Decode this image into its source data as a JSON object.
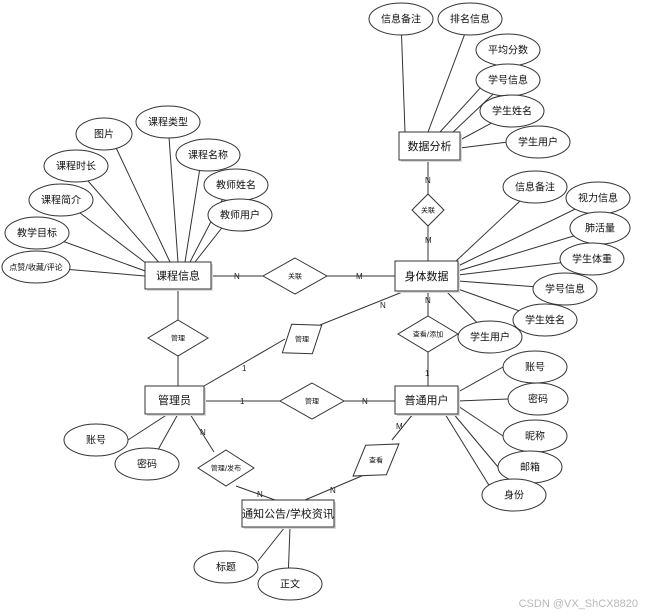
{
  "entities": {
    "course_info": "课程信息",
    "body_data": "身体数据",
    "data_analysis": "数据分析",
    "admin": "管理员",
    "normal_user": "普通用户",
    "notice": "通知公告/学校资讯"
  },
  "attributes": {
    "course_info": [
      "图片",
      "课程类型",
      "课程名称",
      "教师姓名",
      "教师用户",
      "课程时长",
      "课程简介",
      "教学目标",
      "点赞/收藏/评论"
    ],
    "data_analysis": [
      "信息备注",
      "排名信息",
      "平均分数",
      "学号信息",
      "学生姓名",
      "学生用户"
    ],
    "body_data": [
      "信息备注",
      "视力信息",
      "肺活量",
      "学生体重",
      "学号信息",
      "学生姓名",
      "学生用户"
    ],
    "admin": [
      "账号",
      "密码"
    ],
    "normal_user": [
      "账号",
      "密码",
      "昵称",
      "邮箱",
      "身份"
    ],
    "notice": [
      "标题",
      "正文"
    ]
  },
  "relations": {
    "course_body": "关联",
    "body_analysis": "关联",
    "admin_course": "管理",
    "admin_body": "管理",
    "admin_user": "管理",
    "user_body": "查看/添加",
    "admin_notice": "管理/发布",
    "user_notice": "查看"
  },
  "cardinality": {
    "n": "N",
    "m": "M",
    "one": "1"
  },
  "watermark": "CSDN @VX_ShCX8820"
}
